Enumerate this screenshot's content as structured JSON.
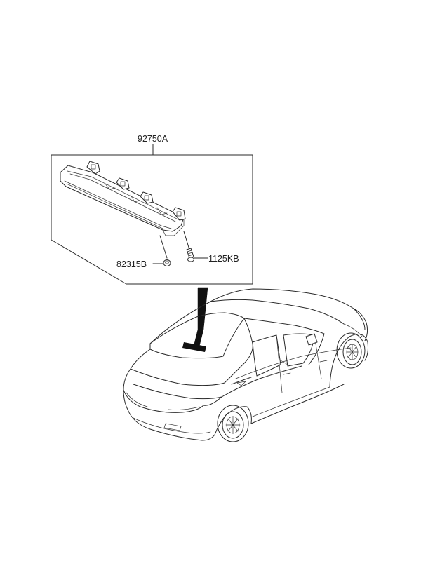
{
  "labels": {
    "assembly": "92750A",
    "bulb": "82315B",
    "screw": "1125KB"
  },
  "colors": {
    "line": "#2a2a2a",
    "background": "#ffffff"
  }
}
